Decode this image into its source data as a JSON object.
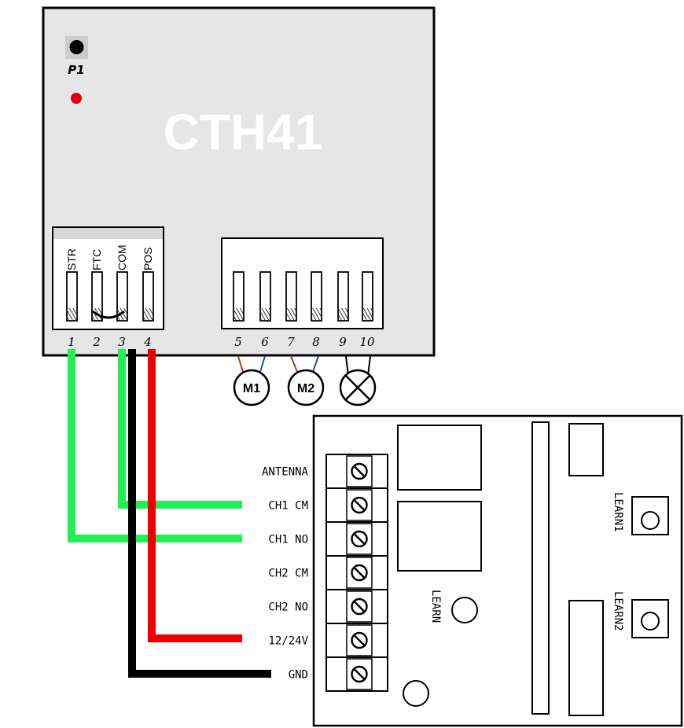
{
  "controller": {
    "title": "CTH41",
    "button_label": "P1",
    "input_labels": [
      "STR",
      "FTC",
      "COM",
      "POS"
    ],
    "input_numbers": [
      "1",
      "2",
      "3",
      "4"
    ],
    "output_numbers": [
      "5",
      "6",
      "7",
      "8",
      "9",
      "10"
    ],
    "motor_labels": [
      "M1",
      "M2"
    ]
  },
  "receiver": {
    "terminal_labels": [
      "ANTENNA",
      "CH1 CM",
      "CH1 NO",
      "CH2 CM",
      "CH2 NO",
      "12/24V",
      "GND"
    ],
    "learn_label": "LEARN",
    "learn1_label": "LEARN1",
    "learn2_label": "LEARN2"
  },
  "colors": {
    "green_wire": "#22ee55",
    "black_wire": "#000000",
    "red_wire": "#ee0000",
    "board_fill": "#e6e6e6",
    "led_red": "#dd0011",
    "motor_wire_brown": "#8b4a2b",
    "motor_wire_blue": "#1a4fa0"
  }
}
